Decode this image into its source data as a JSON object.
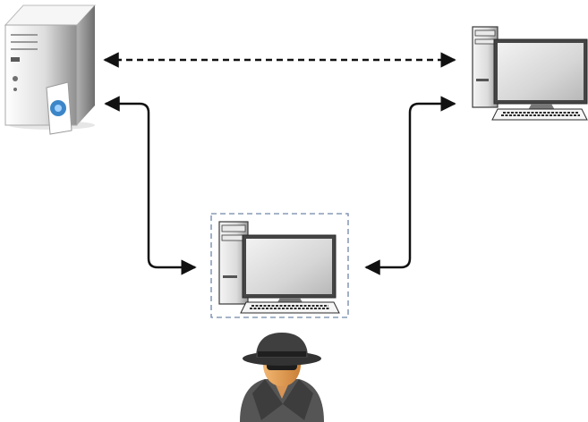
{
  "diagram": {
    "nodes": [
      {
        "id": "server",
        "icon": "server-with-certificate-icon"
      },
      {
        "id": "client",
        "icon": "desktop-computer-icon"
      },
      {
        "id": "attacker-computer",
        "icon": "desktop-computer-icon",
        "highlighted": true
      },
      {
        "id": "attacker",
        "icon": "hacker-icon"
      }
    ],
    "edges": [
      {
        "from": "server",
        "to": "client",
        "style": "dashed",
        "direction": "both"
      },
      {
        "from": "server",
        "to": "attacker-computer",
        "style": "solid",
        "direction": "both"
      },
      {
        "from": "client",
        "to": "attacker-computer",
        "style": "solid",
        "direction": "both"
      }
    ],
    "colors": {
      "line": "#111111",
      "highlight_box": "#6f86a8",
      "case_light": "#e4e4e4",
      "case_dark": "#8a8a8a",
      "screen": "#d9d9d9",
      "hat": "#3a3a3a",
      "coat": "#555555",
      "skin": "#e8a25a"
    }
  }
}
